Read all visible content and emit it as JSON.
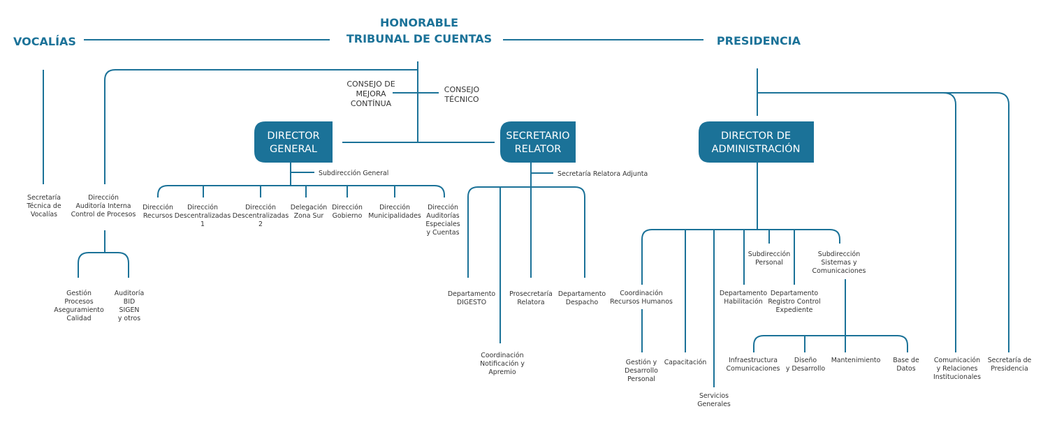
{
  "colors": {
    "line": "#1b7298",
    "box": "#1b7298",
    "box_text": "#ffffff",
    "text": "#333333"
  },
  "headers": {
    "vocalias": "VOCALÍAS",
    "tribunal_line1": "HONORABLE",
    "tribunal_line2": "TRIBUNAL DE CUENTAS",
    "presidencia": "PRESIDENCIA"
  },
  "consejos": {
    "mejora": [
      "CONSEJO DE",
      "MEJORA",
      "CONTÍNUA"
    ],
    "tecnico": [
      "CONSEJO",
      "TÉCNICO"
    ]
  },
  "boxes": {
    "director_general": [
      "DIRECTOR",
      "GENERAL"
    ],
    "secretario_relator": [
      "SECRETARIO",
      "RELATOR"
    ],
    "director_administracion": [
      "DIRECTOR DE",
      "ADMINISTRACIÓN"
    ]
  },
  "vocalias_units": {
    "secretaria_tecnica": [
      "Secretaría",
      "Técnica de",
      "Vocalías"
    ],
    "direccion_auditoria": [
      "Dirección",
      "Auditoría Interna",
      "Control de Procesos"
    ],
    "gestion_procesos": [
      "Gestión",
      "Procesos",
      "Aseguramiento",
      "Calidad"
    ],
    "auditoria_bid": [
      "Auditoría",
      "BID",
      "SIGEN",
      "y otros"
    ]
  },
  "director_general_units": {
    "subdireccion": "Subdirección General",
    "items": [
      [
        "Dirección",
        "Recursos"
      ],
      [
        "Dirección",
        "Descentralizadas",
        "1"
      ],
      [
        "Dirección",
        "Descentralizadas",
        "2"
      ],
      [
        "Delegación",
        "Zona Sur"
      ],
      [
        "Dirección",
        "Gobierno"
      ],
      [
        "Dirección",
        "Municipalidades"
      ],
      [
        "Dirección",
        "Auditorías",
        "Especiales",
        "y Cuentas"
      ]
    ]
  },
  "secretario_units": {
    "adjunta": "Secretaría Relatora Adjunta",
    "digesto": [
      "Departamento",
      "DIGESTO"
    ],
    "prosecretaria": [
      "Prosecretaría",
      "Relatora"
    ],
    "despacho": [
      "Departamento",
      "Despacho"
    ],
    "notificacion": [
      "Coordinación",
      "Notificación y",
      "Apremio"
    ]
  },
  "administracion_units": {
    "coord_rrhh": [
      "Coordinación",
      "Recursos Humanos"
    ],
    "gestion_desarrollo": [
      "Gestión y",
      "Desarrollo",
      "Personal"
    ],
    "capacitacion": [
      "Capacitación"
    ],
    "servicios": [
      "Servicios",
      "Generales"
    ],
    "subdir_personal": [
      "Subdirección",
      "Personal"
    ],
    "habilitacion": [
      "Departamento",
      "Habilitación"
    ],
    "registro": [
      "Departamento",
      "Registro Control",
      "Expediente"
    ],
    "subdir_sistemas": [
      "Subdirección",
      "Sistemas y",
      "Comunicaciones"
    ],
    "infraestructura": [
      "Infraestructura",
      "Comunicaciones"
    ],
    "diseno": [
      "Diseño",
      "y Desarrollo"
    ],
    "mantenimiento": [
      "Mantenimiento"
    ],
    "base_datos": [
      "Base de",
      "Datos"
    ]
  },
  "presidencia_units": {
    "comunicacion": [
      "Comunicación",
      "y Relaciones",
      "Institucionales"
    ],
    "secretaria_presidencia": [
      "Secretaría de",
      "Presidencia"
    ]
  }
}
